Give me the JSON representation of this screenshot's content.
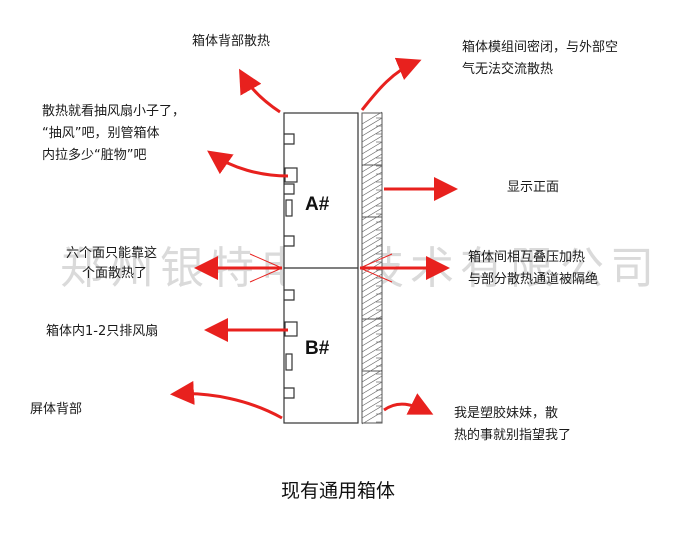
{
  "watermark": "郑州银特电子技术有限公司",
  "labels": {
    "back_heat": "箱体背部散热",
    "module_sealed_1": "箱体模组间密闭，与外部空",
    "module_sealed_2": "气无法交流散热",
    "fan_1": "散热就看抽风扇小子了，",
    "fan_2": "“抽风”吧，别管箱体",
    "fan_3": "内拉多少“脏物”吧",
    "display_front": "显示正面",
    "six_faces_1": "六个面只能靠这",
    "six_faces_2": "个面散热了",
    "stack_heat_1": "箱体间相互叠压加热",
    "stack_heat_2": "与部分散热通道被隔绝",
    "fans_inside": "箱体内1-2只排风扇",
    "screen_back": "屏体背部",
    "plastic_1": "我是塑胶妹妹，散",
    "plastic_2": "热的事就别指望我了"
  },
  "cabinets": {
    "a": "A#",
    "b": "B#"
  },
  "caption": "现有通用箱体",
  "colors": {
    "arrow": "#e8211e",
    "outline": "#333333",
    "hatch": "#555555"
  }
}
